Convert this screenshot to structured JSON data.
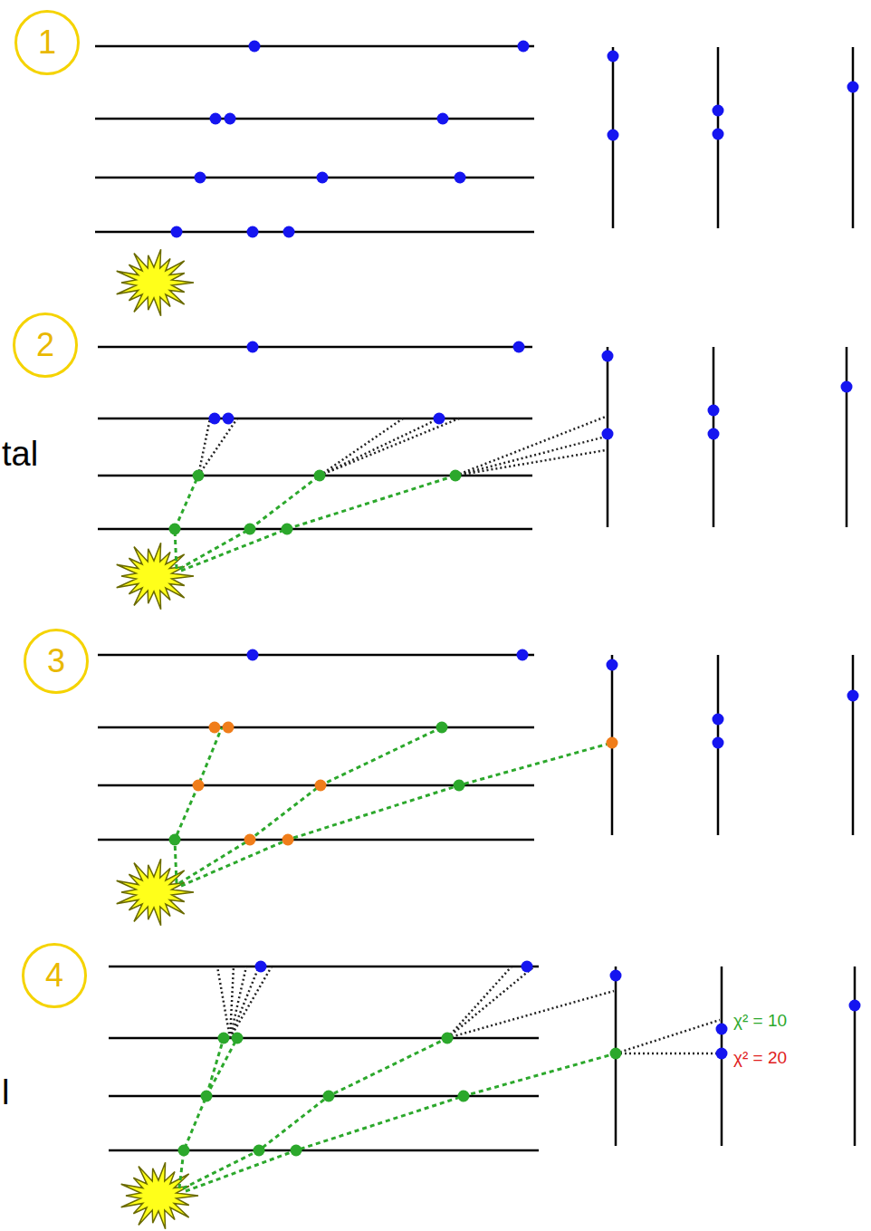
{
  "diagram": {
    "nodes": [
      {
        "text": [
          "1"
        ]
      },
      {
        "text": [
          "2"
        ]
      },
      {
        "text": [
          "3"
        ]
      },
      {
        "text": [
          "4"
        ]
      }
    ],
    "labels": [
      "tal",
      "l",
      "χ² = 10",
      "χ² = 20"
    ]
  }
}
